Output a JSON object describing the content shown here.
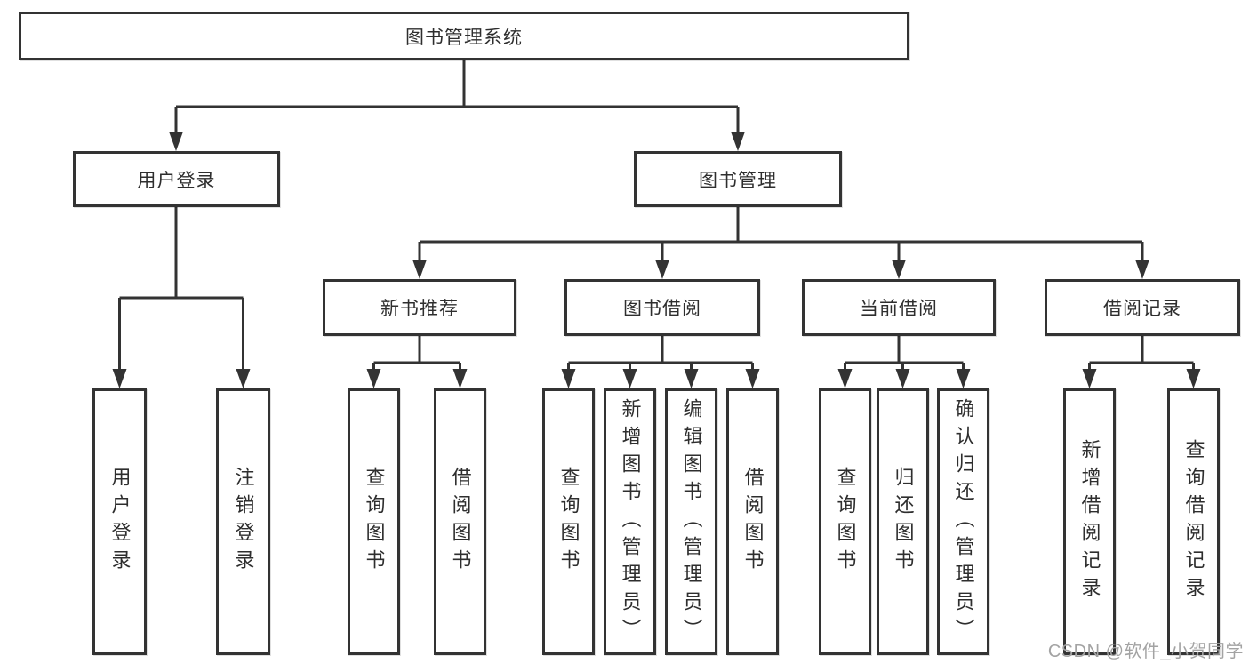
{
  "tree": {
    "root": "图书管理系统",
    "user_login": {
      "label": "用户登录",
      "children": [
        "用户登录",
        "注销登录"
      ]
    },
    "book_management": {
      "label": "图书管理",
      "sections": [
        {
          "label": "新书推荐",
          "children": [
            "查询图书",
            "借阅图书"
          ]
        },
        {
          "label": "图书借阅",
          "children": [
            "查询图书",
            "新增图书（管理员）",
            "编辑图书（管理员）",
            "借阅图书"
          ]
        },
        {
          "label": "当前借阅",
          "children": [
            "查询图书",
            "归还图书",
            "确认归还（管理员）"
          ]
        },
        {
          "label": "借阅记录",
          "children": [
            "新增借阅记录",
            "查询借阅记录"
          ]
        }
      ]
    }
  },
  "colors": {
    "line": "#333333",
    "text": "#2e2e2e",
    "watermark": "#a3a3a3"
  },
  "watermark": "CSDN @软件_小贺同学"
}
